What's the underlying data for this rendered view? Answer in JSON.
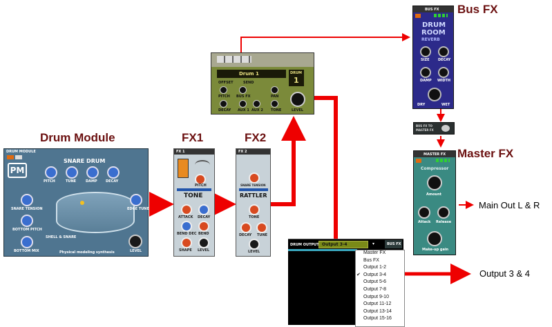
{
  "titles": {
    "drum_module": "Drum Module",
    "fx1": "FX1",
    "fx2": "FX2",
    "bus_fx": "Bus FX",
    "master_fx": "Master FX"
  },
  "outputs": {
    "main": "Main Out L & R",
    "out34": "Output 3 & 4"
  },
  "drum_module": {
    "header": "DRUM MODULE",
    "logo": "PM",
    "name": "SNARE DRUM",
    "knobs": [
      "PITCH",
      "TUNE",
      "DAMP",
      "DECAY"
    ],
    "left_knobs": [
      "SNARE TENSION",
      "BOTTOM PITCH",
      "BOTTOM MIX"
    ],
    "edge": "EDGE TUNE",
    "level": "LEVEL",
    "shell": "SHELL & SNARE",
    "footer": "Physical modeling synthesis"
  },
  "fx1": {
    "header": "FX 1",
    "pitch": "PITCH",
    "name": "TONE",
    "knobs": [
      "ATTACK",
      "DECAY",
      "BEND DEC",
      "BEND",
      "SHAPE",
      "LEVEL"
    ]
  },
  "fx2": {
    "header": "FX 2",
    "tension": "SNARE TENSION",
    "name": "RATTLER",
    "knobs": [
      "TONE",
      "DECAY",
      "TUNE",
      "LEVEL"
    ]
  },
  "mixer": {
    "name": "Drum 1",
    "drum_label": "DRUM",
    "drum_num": "1",
    "offset": "OFFSET",
    "send": "SEND",
    "knobs": [
      "PITCH",
      "BUS FX",
      "PAN",
      "DECAY",
      "AUX 1",
      "AUX 2",
      "TONE"
    ],
    "level": "LEVEL"
  },
  "bus_fx": {
    "header": "BUS FX",
    "brand1": "DRUM",
    "brand2": "ROOM",
    "brand3": "REVERB",
    "knobs": [
      "SIZE",
      "DECAY",
      "DAMP",
      "WIDTH"
    ],
    "dry": "DRY",
    "wet": "WET"
  },
  "bus_to_master": "BUS FX TO MASTER FX",
  "master_fx": {
    "header": "MASTER FX",
    "name": "Compressor",
    "amount": "Amount",
    "attack": "Attack",
    "release": "Release",
    "makeup": "Make-up gain"
  },
  "drum_output": {
    "label": "DRUM OUTPUT",
    "selected": "Output 3-4",
    "side": "BUS FX",
    "options": [
      "Master FX",
      "Bus FX",
      "Output 1-2",
      "Output 3-4",
      "Output 5-6",
      "Output 7-8",
      "Output 9-10",
      "Output 11-12",
      "Output 13-14",
      "Output 15-16"
    ],
    "checked_index": 3
  },
  "colors": {
    "arrow": "#ee0000",
    "title": "#6b1010",
    "drum_panel": "#4f7590",
    "fx_panel": "#c8d2d8",
    "mixer_panel": "#7b8a3a",
    "bus_panel": "#2c2a8a",
    "master_panel": "#3a8a82"
  }
}
